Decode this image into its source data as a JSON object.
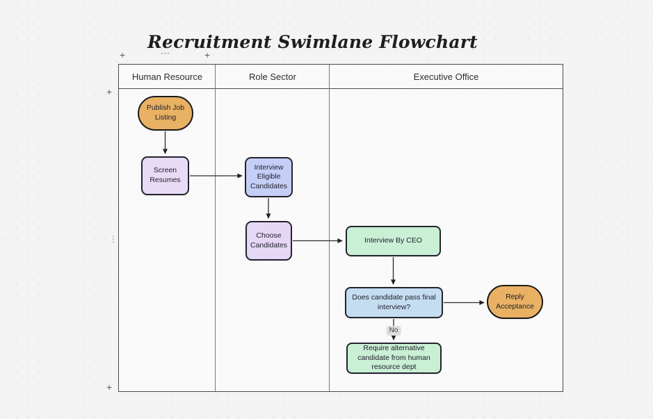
{
  "title": "Recruitment Swimlane Flowchart",
  "table": {
    "columns": [
      {
        "label": "Human Resource"
      },
      {
        "label": "Role Sector"
      },
      {
        "label": "Executive Office"
      }
    ]
  },
  "nodes": {
    "publish_job_listing": {
      "label": "Publish Job Listing",
      "fill": "#e9b164",
      "shape": "stadium"
    },
    "screen_resumes": {
      "label": "Screen Resumes",
      "fill": "#e8dcf5",
      "shape": "rounded-rect"
    },
    "interview_eligible_candidates": {
      "label": "Interview Eligible Candidates",
      "fill": "#c5cef7",
      "shape": "rounded-rect"
    },
    "choose_candidates": {
      "label": "Choose Candidates",
      "fill": "#e6d7f6",
      "shape": "rounded-rect"
    },
    "interview_by_ceo": {
      "label": "Interview By CEO",
      "fill": "#c9efd5",
      "shape": "rounded-rect"
    },
    "does_candidate_pass_final_interview": {
      "label": "Does candidate pass final interview?",
      "fill": "#c5ddf1",
      "shape": "rounded-rect"
    },
    "reply_acceptance": {
      "label": "Reply Acceptance",
      "fill": "#e9b164",
      "shape": "stadium"
    },
    "require_alternative_candidate": {
      "label": "Require alternative candidate from human resource dept",
      "fill": "#c9efd5",
      "shape": "rounded-rect"
    }
  },
  "edges": {
    "connections": [
      {
        "from": "publish_job_listing",
        "to": "screen_resumes",
        "label": ""
      },
      {
        "from": "screen_resumes",
        "to": "interview_eligible_candidates",
        "label": ""
      },
      {
        "from": "interview_eligible_candidates",
        "to": "choose_candidates",
        "label": ""
      },
      {
        "from": "choose_candidates",
        "to": "interview_by_ceo",
        "label": ""
      },
      {
        "from": "interview_by_ceo",
        "to": "does_candidate_pass_final_interview",
        "label": ""
      },
      {
        "from": "does_candidate_pass_final_interview",
        "to": "reply_acceptance",
        "label": ""
      },
      {
        "from": "does_candidate_pass_final_interview",
        "to": "require_alternative_candidate",
        "label": "No"
      }
    ]
  },
  "canvas_controls": {
    "add_handle_top_left": "+",
    "table_options": "⋯",
    "add_handle_top_right": "+",
    "add_row_handle_top": "+",
    "row_drag_handle": "⋮",
    "add_row_handle_bottom": "+"
  },
  "colors": {
    "canvas_bg": "#f4f4f5",
    "edge_stroke": "#2a2a2a",
    "table_border": "#4b4b4b",
    "accent_orange": "#e9b164",
    "accent_green": "#c9efd5",
    "accent_blue": "#c5ddf1",
    "accent_periwinkle": "#c5cef7",
    "accent_lavender": "#e6d7f6"
  }
}
